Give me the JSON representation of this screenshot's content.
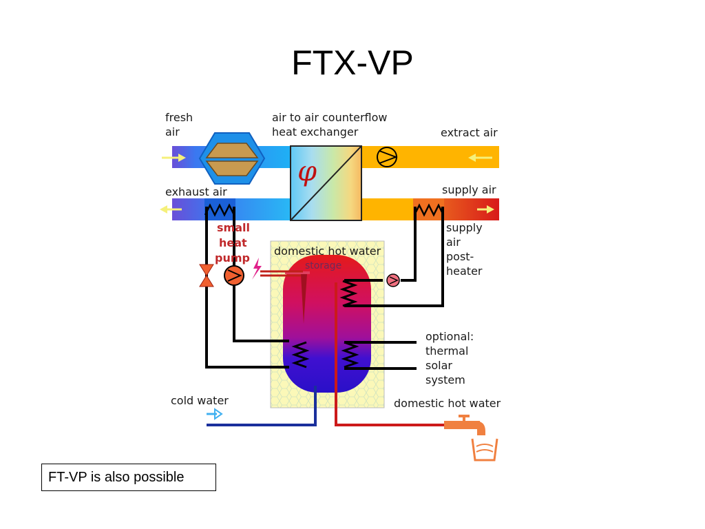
{
  "slide": {
    "title": "FTX-VP",
    "note": "FT-VP is also possible"
  },
  "diagram": {
    "labels": {
      "fresh_air_1": "fresh",
      "fresh_air_2": "air",
      "heat_exchanger_1": "air to air counterflow",
      "heat_exchanger_2": "heat exchanger",
      "extract_air": "extract air",
      "exhaust_air": "exhaust air",
      "supply_air": "supply air",
      "heat_pump_1": "small",
      "heat_pump_2": "heat",
      "heat_pump_3": "pump",
      "storage_1": "domestic hot water",
      "storage_2": "storage",
      "post_heater_1": "supply",
      "post_heater_2": "air",
      "post_heater_3": "post-",
      "post_heater_4": "heater",
      "solar_1": "optional:",
      "solar_2": "thermal",
      "solar_3": "solar",
      "solar_4": "system",
      "cold_water": "cold water",
      "domestic_hot_water": "domestic hot water",
      "efficiency_symbol": "φ"
    },
    "colors": {
      "cold_duct": "#1fa8f0",
      "warm_duct": "#ffb400",
      "pipe": "#000000",
      "cold_water_pipe": "#1a2f9c",
      "hot_water_pipe": "#cc1a1a",
      "tap": "#f08040",
      "arrow": "#f5f07a"
    },
    "icons": [
      "fan-icon",
      "heat-pump-compressor-icon",
      "expansion-valve-icon",
      "circulation-pump-icon",
      "electric-heater-icon",
      "water-tap-icon",
      "heating-coil-icon"
    ]
  }
}
